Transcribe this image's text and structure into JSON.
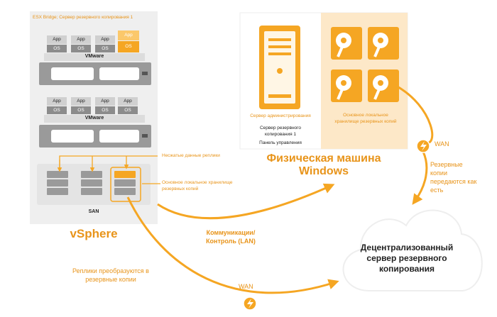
{
  "vsphere": {
    "host_title": "ESX Bridge; Сервер резервного копирования 1",
    "app_label": "App",
    "os_label": "OS",
    "vmware_label": "VMware",
    "uncompressed_replica_label": "Несжатые данные реплики",
    "primary_storage_label": "Основное локальное хранилище резервных копий",
    "san_label": "SAN",
    "title": "vSphere"
  },
  "physical": {
    "admin_server": "Сервер администрирования",
    "backup_server": "Сервер резервного копирования 1",
    "control_panel": "Панель управления",
    "storage_label": "Основное локальное хранилище резервных копий",
    "title_line1": "Физическая машина",
    "title_line2": "Windows"
  },
  "flows": {
    "wan_top": "WAN",
    "sent_as_is": "Резервные копии передаются как есть",
    "lan_label": "Коммуникации/ Контроль (LAN)",
    "replicas_converted": "Реплики преобразуются в резервные копии",
    "wan_bottom": "WAN"
  },
  "cloud": {
    "label": "Децентрализованный сервер резервного копирования"
  },
  "colors": {
    "accent": "#f5a623",
    "accent_dark": "#e8941a",
    "panel_bg": "#fde8c8",
    "gray_panel": "#efefef"
  }
}
